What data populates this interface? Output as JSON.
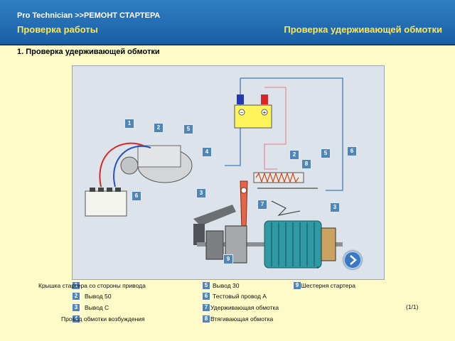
{
  "header": {
    "breadcrumb": "Pro  Technician >>РЕМОНТ СТАРТЕРА",
    "left_title": "Проверка работы",
    "right_title": "Проверка удерживающей обмотки"
  },
  "section": {
    "title": "1. Проверка удерживающей обмотки"
  },
  "callouts": [
    "1",
    "2",
    "5",
    "4",
    "3",
    "6",
    "6",
    "5",
    "2",
    "8",
    "3",
    "7",
    "9"
  ],
  "battery_signs": {
    "minus": "−",
    "plus": "+"
  },
  "legend": [
    {
      "num": "1",
      "label": "Крышка стартера со стороны привода"
    },
    {
      "num": "2",
      "label": "Вывод 50"
    },
    {
      "num": "3",
      "label": "Вывод C"
    },
    {
      "num": "4",
      "label": "Провод обмотки возбуждения"
    },
    {
      "num": "5",
      "label": "Вывод 30"
    },
    {
      "num": "6",
      "label": "Тестовый провод А"
    },
    {
      "num": "7",
      "label": "Удерживающая обмотка"
    },
    {
      "num": "8",
      "label": "Втягивающая обмотка"
    },
    {
      "num": "9",
      "label": "Шестерня стартера"
    }
  ],
  "page_indicator": "(1/1)",
  "colors": {
    "header": "#2065aa",
    "title_yellow": "#ffe64d",
    "background": "#fdfbc8",
    "badge": "#4f86b6"
  },
  "icons": {
    "next": "chevron-right-icon"
  }
}
